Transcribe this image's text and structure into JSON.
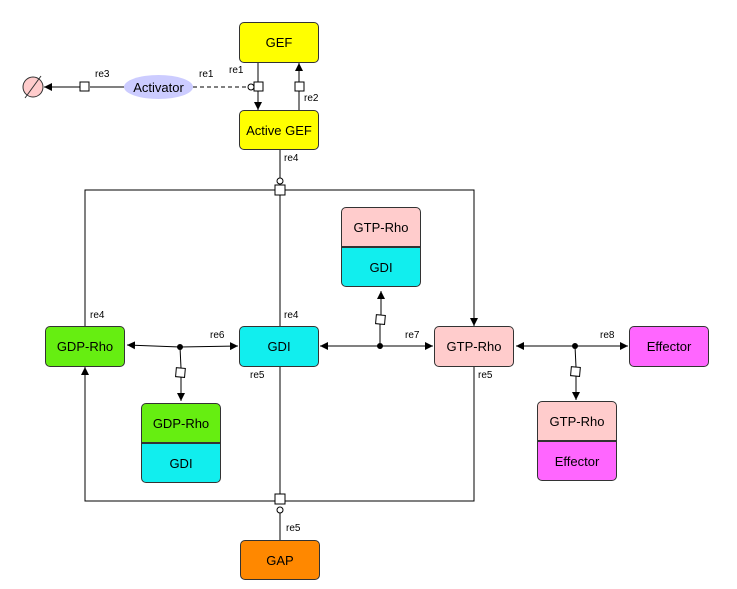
{
  "colors": {
    "yellow": "#ffff00",
    "green": "#66ee11",
    "cyan": "#11eeee",
    "pink": "#ffcccc",
    "magenta": "#ff66ff",
    "orange": "#ff8800",
    "activator": "#ccccff",
    "degradation": "#ffcccc"
  },
  "nodes": {
    "gef": "GEF",
    "active_gef": "Active GEF",
    "activator": "Activator",
    "gdp_rho": "GDP-Rho",
    "gdi": "GDI",
    "gtp_rho": "GTP-Rho",
    "effector": "Effector",
    "gap": "GAP",
    "complex_gtp_gdi": {
      "top": "GTP-Rho",
      "bottom": "GDI"
    },
    "complex_gdp_gdi": {
      "top": "GDP-Rho",
      "bottom": "GDI"
    },
    "complex_gtp_effector": {
      "top": "GTP-Rho",
      "bottom": "Effector"
    }
  },
  "reaction_labels": {
    "re1": "re1",
    "re1b": "re1",
    "re2": "re2",
    "re3": "re3",
    "re4_top": "re4",
    "re4_left": "re4",
    "re4_mid": "re4",
    "re5_mid": "re5",
    "re5_right": "re5",
    "re5_bottom": "re5",
    "re6": "re6",
    "re7": "re7",
    "re8": "re8"
  }
}
